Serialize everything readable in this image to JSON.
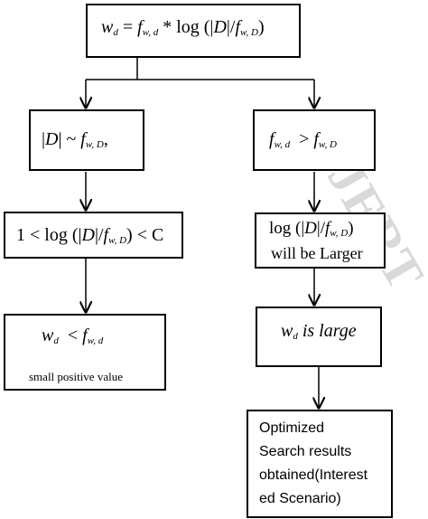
{
  "watermark": "IJERT",
  "top_box": {
    "w": "w",
    "d": "d",
    "eq": "=",
    "f": "f",
    "wd": "w, d",
    "star_log": "* log (|",
    "D": "D",
    "mid": "|/",
    "f2": "f",
    "wD": "w, D",
    "close": ")"
  },
  "left": {
    "box1": {
      "bars": "|",
      "D": "D",
      "tail": "| ~",
      "f": "f",
      "sub": "w, D",
      "comma": ","
    },
    "box2": {
      "pre": "1 < log (|",
      "D": "D",
      "mid": "|/",
      "f": "f",
      "sub": "w, D",
      "post": ") < C"
    },
    "box3": {
      "w": "w",
      "d": "d",
      "lt": "<",
      "f": "f",
      "sub": "w, d",
      "caption": "small positive value"
    }
  },
  "right": {
    "box1": {
      "f1": "f",
      "sub1": "w, d",
      "gt": ">",
      "f2": "f",
      "sub2": "w, D"
    },
    "box2": {
      "pre": "log (|",
      "D": "D",
      "mid": "|/",
      "f": "f",
      "sub": "w, D",
      "close": ")",
      "line2": "will be Larger"
    },
    "box3": {
      "w": "w",
      "sub": "d",
      "rest": "is large"
    },
    "box4": {
      "lines": [
        "Optimized",
        "Search results",
        "obtained(Interest",
        "ed Scenario)"
      ]
    }
  }
}
